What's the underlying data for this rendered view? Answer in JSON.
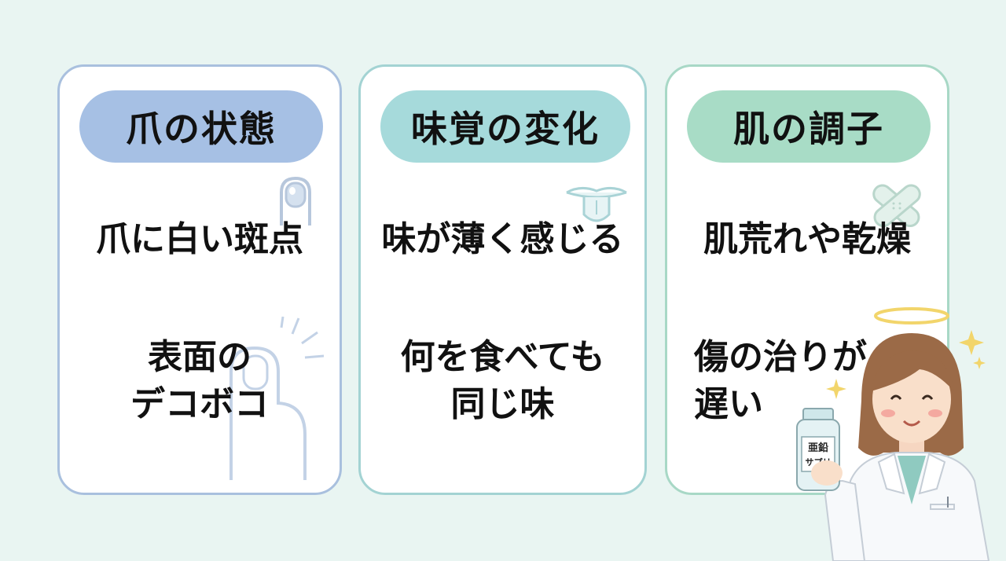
{
  "cards": [
    {
      "title": "爪の状態",
      "item1": "爪に白い斑点",
      "item2_line1": "表面の",
      "item2_line2": "デコボコ",
      "icon1": "nail-icon",
      "icon2": "finger-icon"
    },
    {
      "title": "味覚の変化",
      "item1": "味が薄く感じる",
      "item2_line1": "何を食べても",
      "item2_line2": "同じ味",
      "icon1": "tongue-icon"
    },
    {
      "title": "肌の調子",
      "item1": "肌荒れや乾燥",
      "item2_line1": "傷の治りが",
      "item2_line2": "遅い",
      "icon1": "bandage-icon"
    }
  ],
  "supplement_label_line1": "亜鉛",
  "supplement_label_line2": "サプリ",
  "colors": {
    "background": "#e9f5f2",
    "nail_accent": "#a6c0e4",
    "taste_accent": "#a6dadb",
    "skin_accent": "#a8dcc6"
  }
}
